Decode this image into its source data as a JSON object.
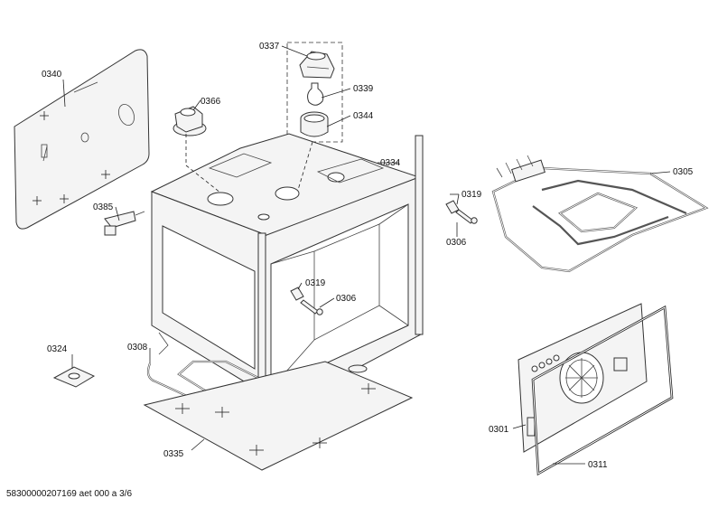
{
  "callouts": {
    "c0340": "0340",
    "c0337": "0337",
    "c0339": "0339",
    "c0344": "0344",
    "c0366": "0366",
    "c0334": "0334",
    "c0385": "0385",
    "c0319a": "0319",
    "c0306a": "0306",
    "c0305": "0305",
    "c0319b": "0319",
    "c0306b": "0306",
    "c0324": "0324",
    "c0308": "0308",
    "c0335": "0335",
    "c0301": "0301",
    "c0311": "0311"
  },
  "footer": "583000002071­69 aet 000 a 3/6"
}
